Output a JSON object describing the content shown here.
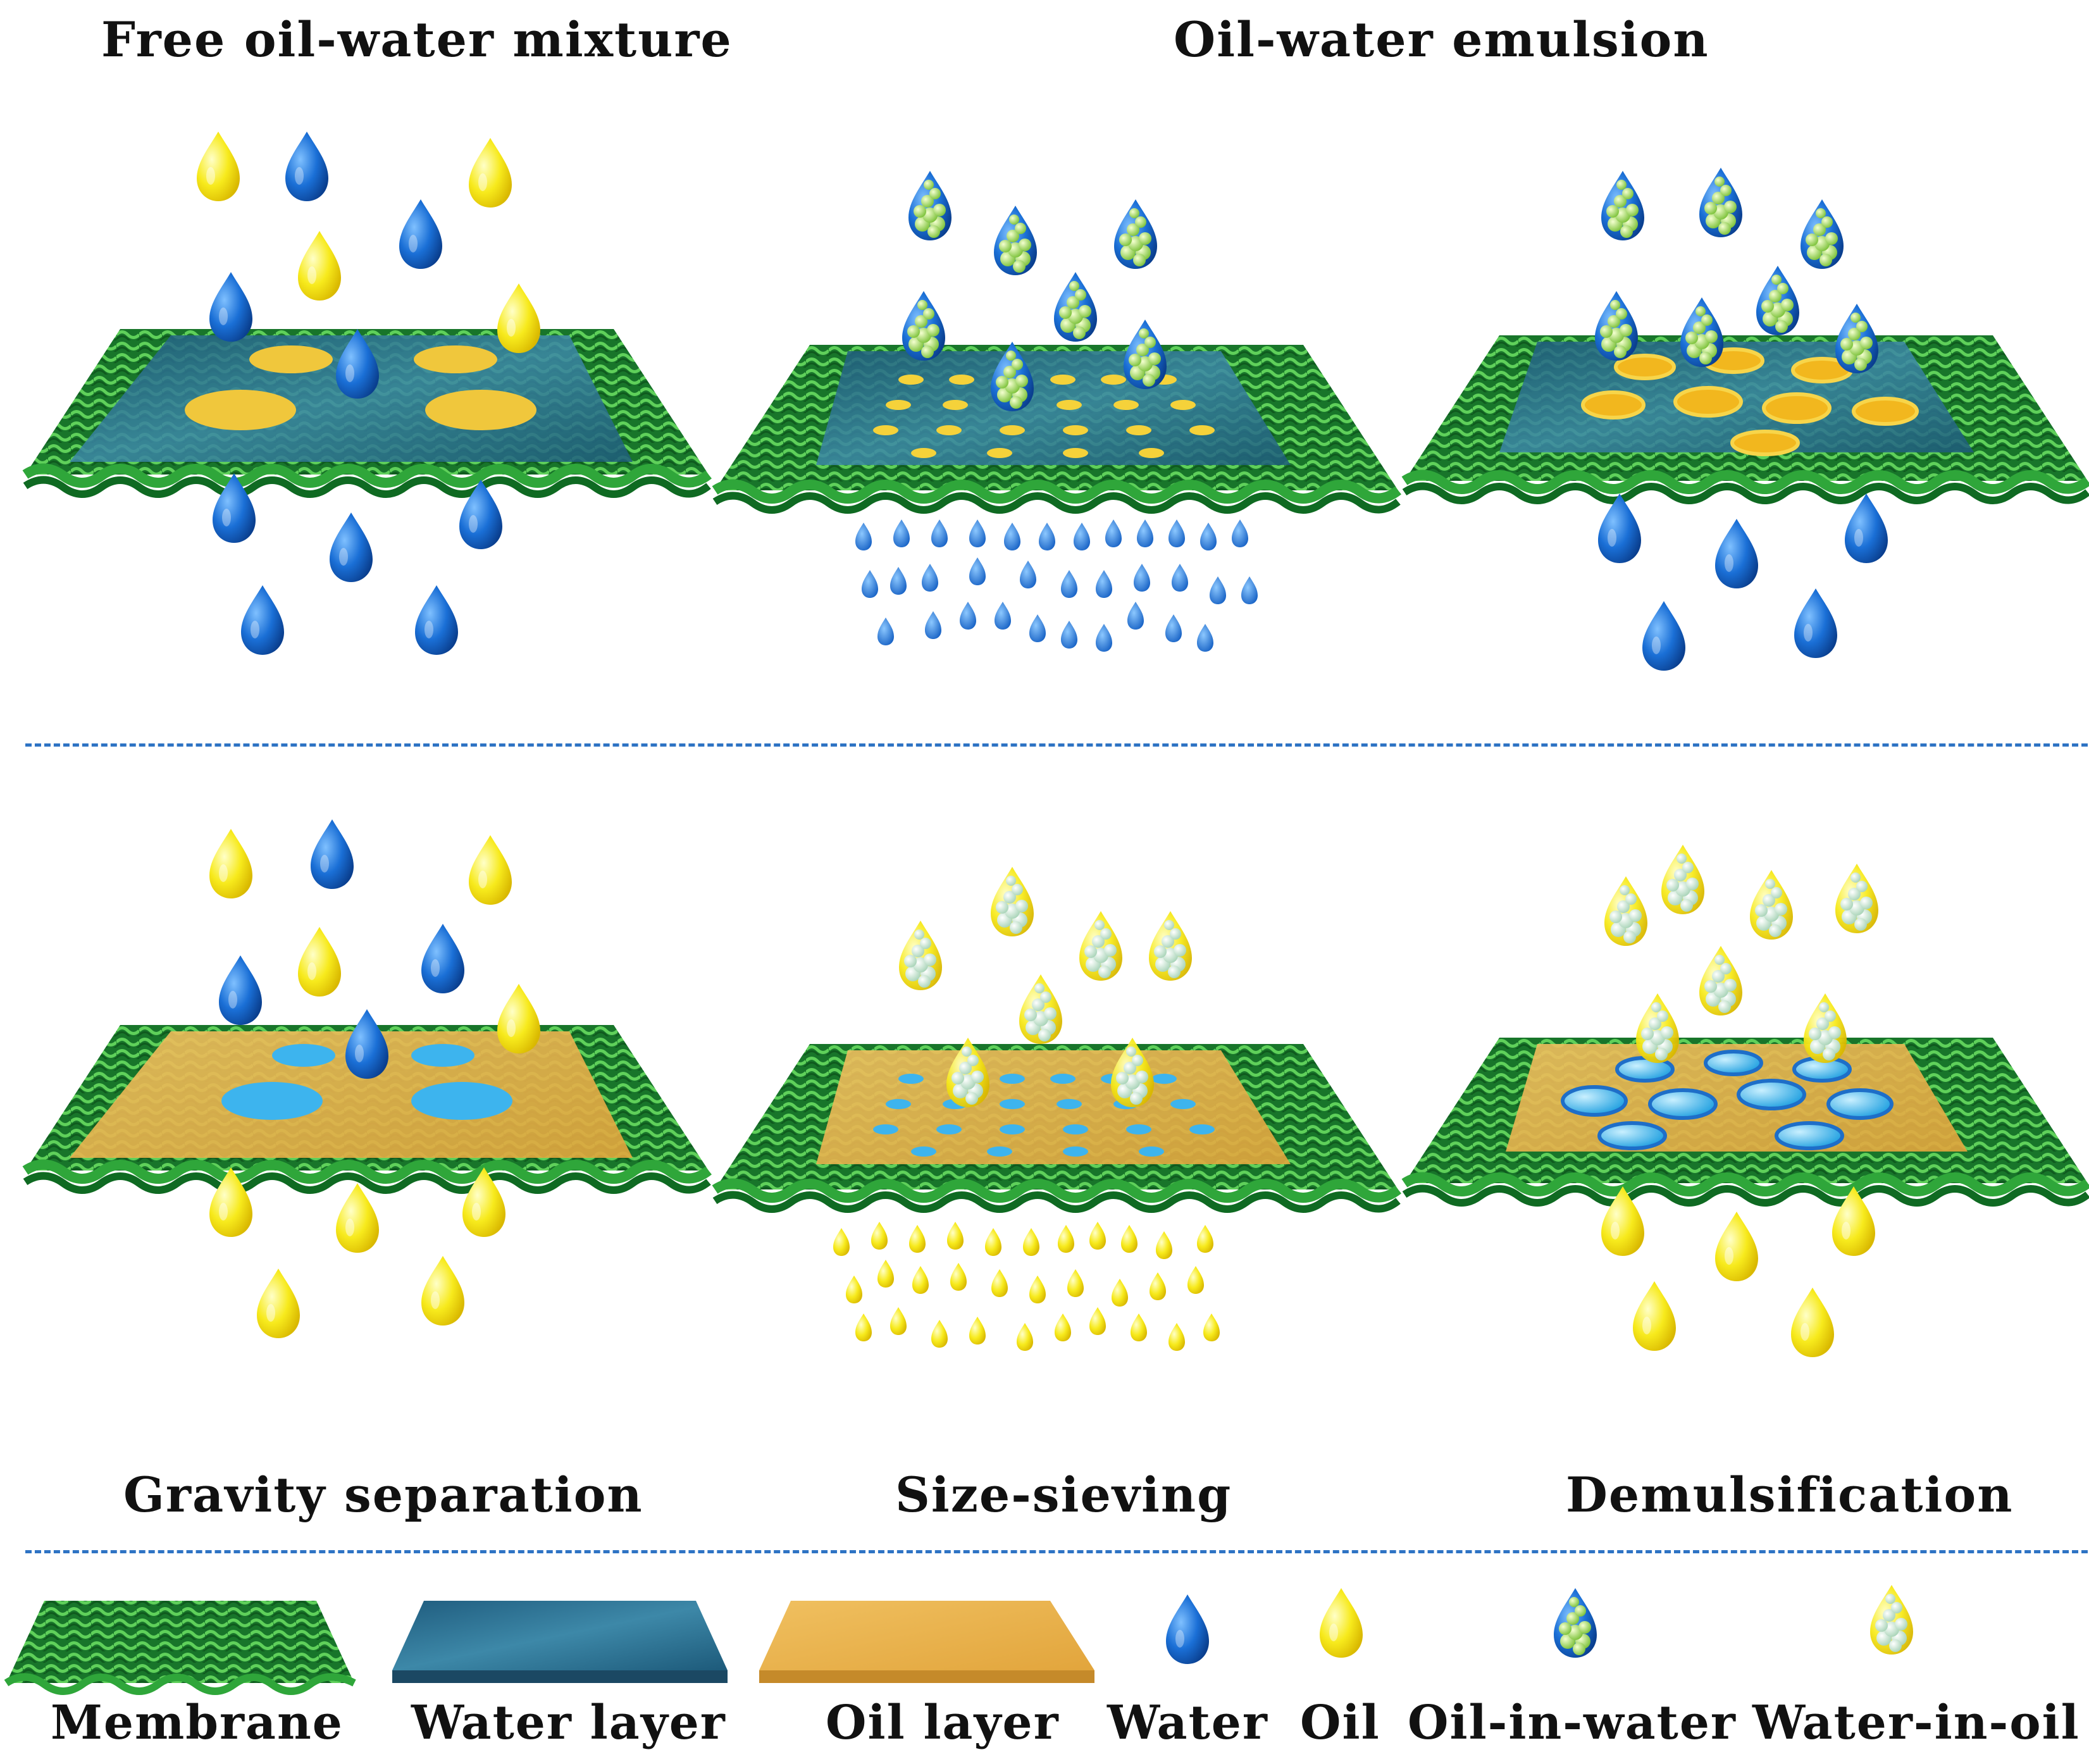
{
  "headings": {
    "free_mixture": "Free oil-water mixture",
    "emulsion": "Oil-water emulsion"
  },
  "mechanisms": {
    "gravity": "Gravity separation",
    "sieving": "Size-sieving",
    "demulsification": "Demulsification"
  },
  "legend": {
    "membrane": "Membrane",
    "water_layer": "Water layer",
    "oil_layer": "Oil layer",
    "water": "Water",
    "oil": "Oil",
    "oil_in_water": "Oil-in-water",
    "water_in_oil": "Water-in-oil"
  },
  "colors": {
    "membrane": "#1f8a2e",
    "membrane_light": "#4fc24a",
    "water_layer": "#2f6f95",
    "oil_layer": "#e8b04a",
    "water_drop": "#1669d0",
    "oil_drop": "#f2e21a",
    "divider": "#2e73c4"
  }
}
